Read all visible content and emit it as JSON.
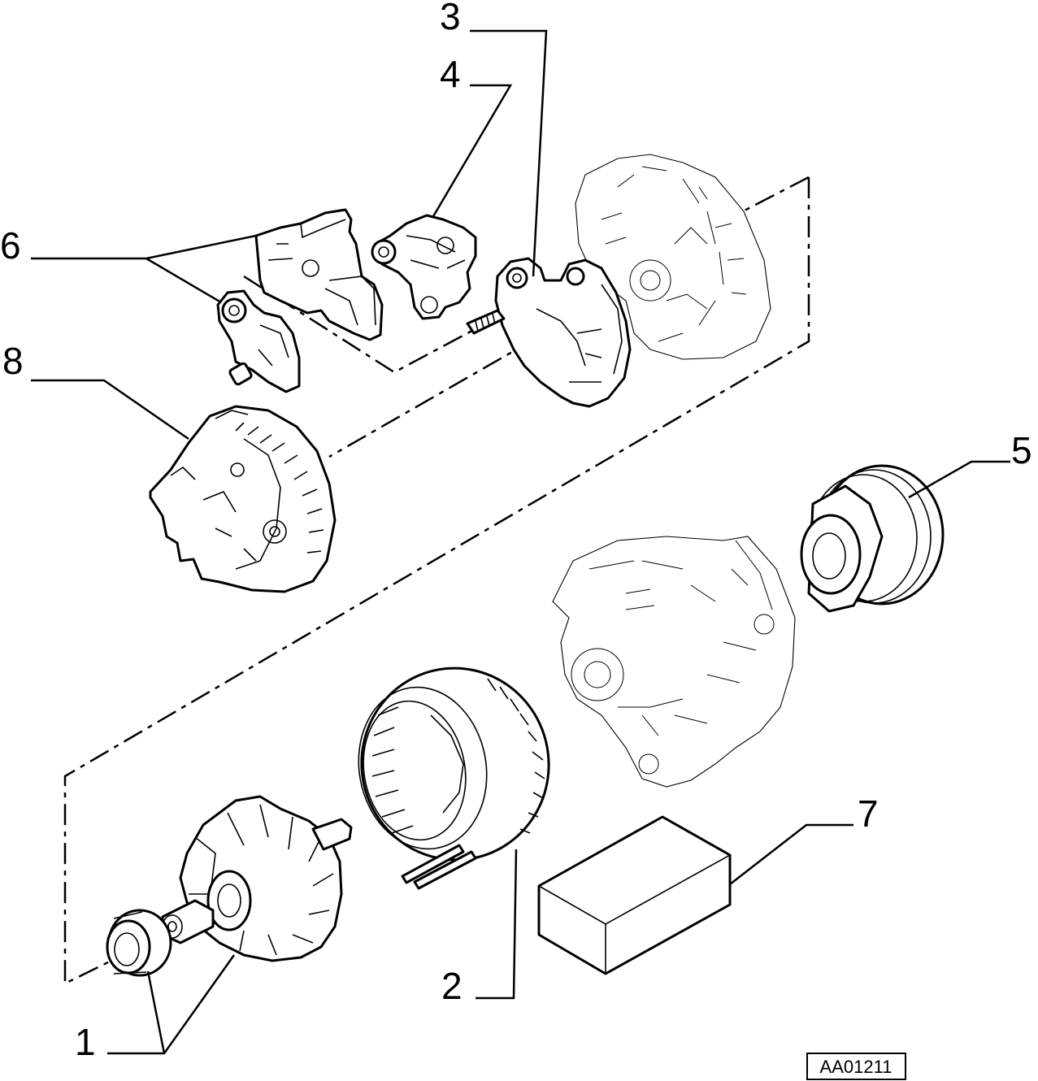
{
  "callouts": [
    {
      "id": "1",
      "label": "1"
    },
    {
      "id": "2",
      "label": "2"
    },
    {
      "id": "3",
      "label": "3"
    },
    {
      "id": "4",
      "label": "4"
    },
    {
      "id": "5",
      "label": "5"
    },
    {
      "id": "6",
      "label": "6"
    },
    {
      "id": "7",
      "label": "7"
    },
    {
      "id": "8",
      "label": "8"
    }
  ],
  "reference_code": "AA01211"
}
